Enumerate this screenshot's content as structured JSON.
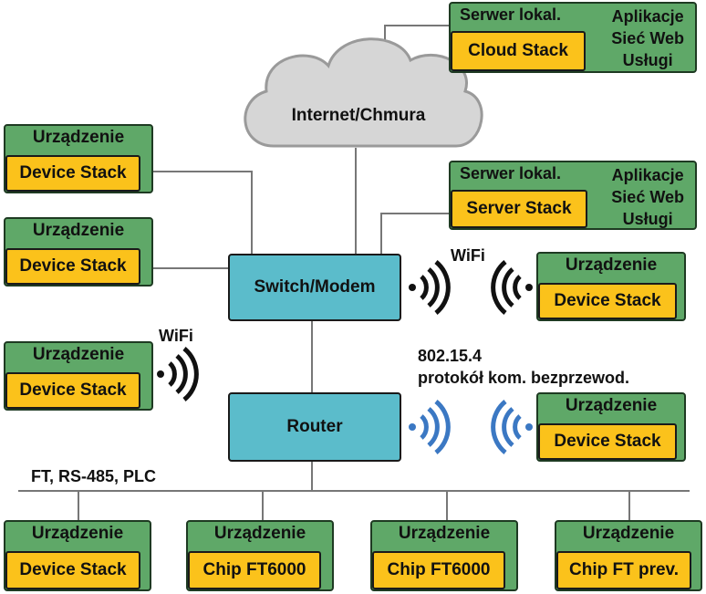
{
  "cloud": {
    "label": "Internet/Chmura"
  },
  "cloud_server": {
    "title": "Serwer lokal.",
    "stack": "Cloud Stack",
    "services": [
      "Aplikacje",
      "Sieć Web",
      "Usługi"
    ]
  },
  "local_server": {
    "title": "Serwer lokal.",
    "stack": "Server Stack",
    "services": [
      "Aplikacje",
      "Sieć Web",
      "Usługi"
    ]
  },
  "switch": {
    "label": "Switch/Modem"
  },
  "router": {
    "label": "Router"
  },
  "labels": {
    "wifi_switch": "WiFi",
    "wifi_left": "WiFi",
    "zigbee_line1": "802.15.4",
    "zigbee_line2": "protokół kom. bezprzewod.",
    "bus": "FT, RS-485, PLC"
  },
  "devices": {
    "left1": {
      "title": "Urządzenie",
      "stack": "Device Stack"
    },
    "left2": {
      "title": "Urządzenie",
      "stack": "Device Stack"
    },
    "left3": {
      "title": "Urządzenie",
      "stack": "Device Stack"
    },
    "right_wifi": {
      "title": "Urządzenie",
      "stack": "Device Stack"
    },
    "right_zigbee": {
      "title": "Urządzenie",
      "stack": "Device Stack"
    },
    "bottom1": {
      "title": "Urządzenie",
      "stack": "Device Stack"
    },
    "bottom2": {
      "title": "Urządzenie",
      "stack": "Chip FT6000"
    },
    "bottom3": {
      "title": "Urządzenie",
      "stack": "Chip FT6000"
    },
    "bottom4": {
      "title": "Urządzenie",
      "stack": "Chip FT prev."
    }
  },
  "colors": {
    "device": "#5fa868",
    "stack": "#fbc21b",
    "hub": "#5bbccb",
    "cloud": "#d4d4d4",
    "wifi": "#111111",
    "zigbee": "#3b78c3",
    "wire": "#777777"
  }
}
